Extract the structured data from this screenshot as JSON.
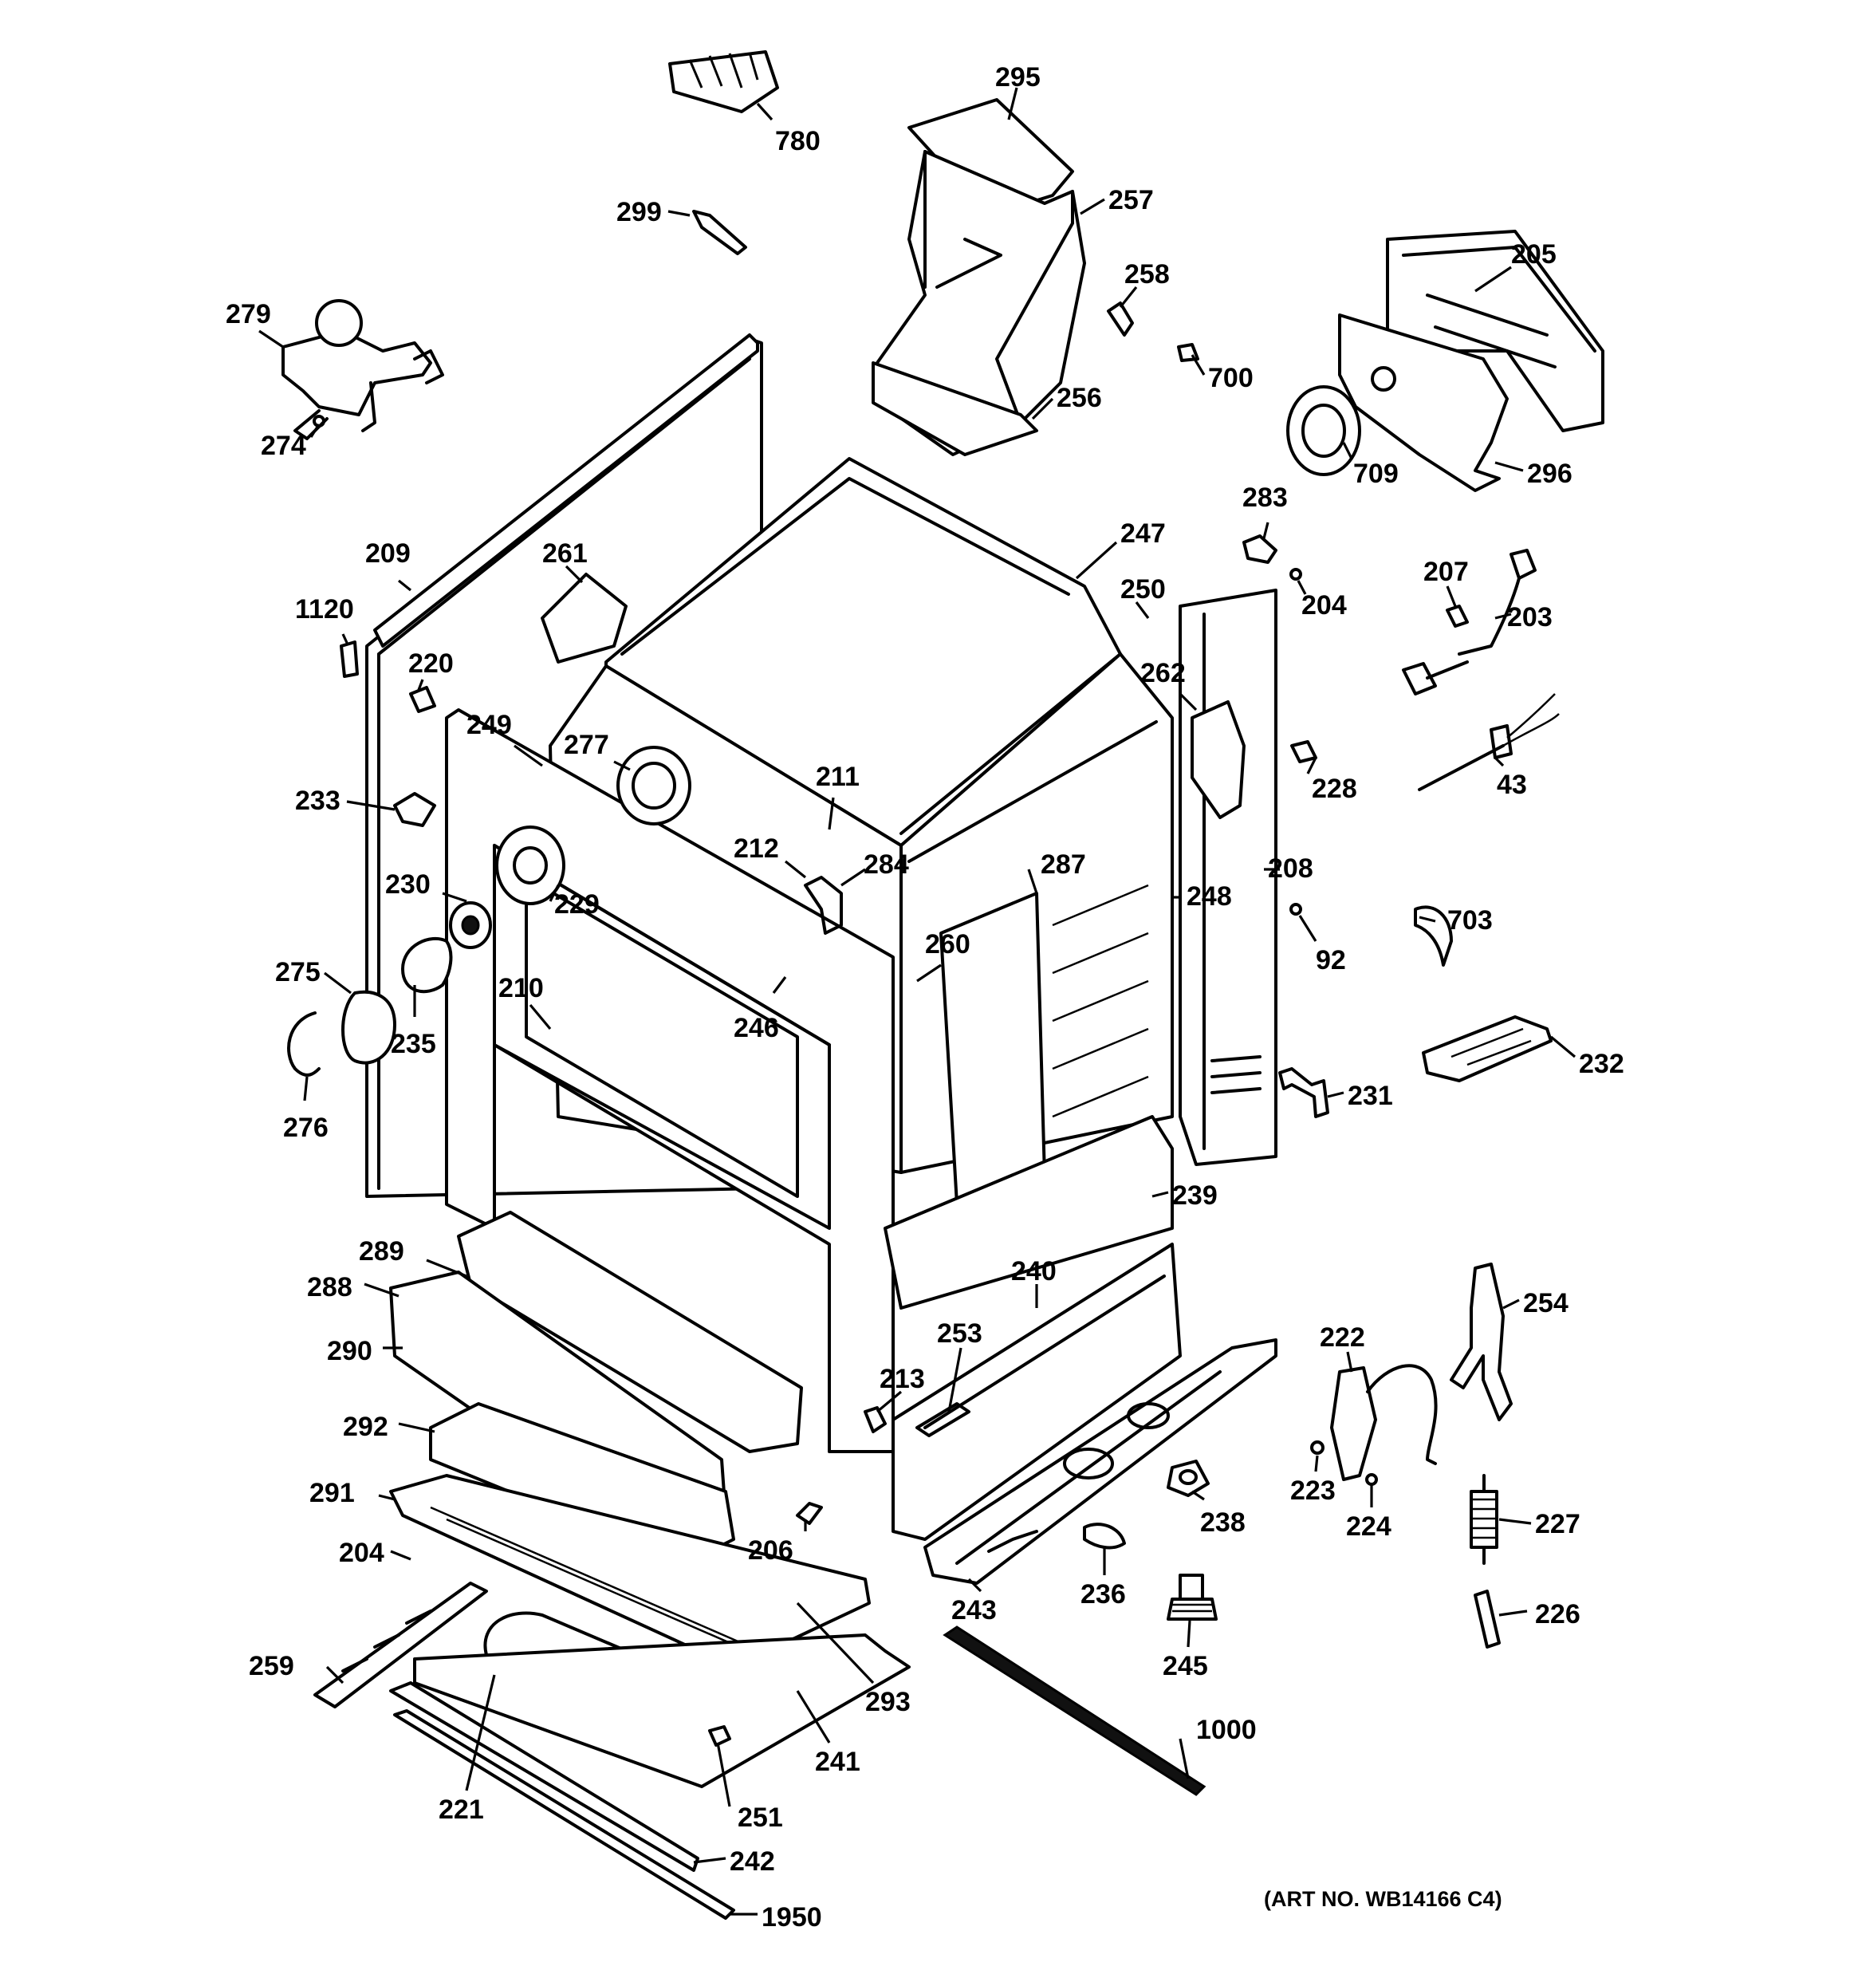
{
  "diagram": {
    "art_number": "(ART NO. WB14166 C4)",
    "callouts": [
      "295",
      "780",
      "299",
      "257",
      "258",
      "700",
      "205",
      "279",
      "274",
      "256",
      "709",
      "296",
      "283",
      "247",
      "204",
      "261",
      "209",
      "1120",
      "220",
      "250",
      "207",
      "203",
      "262",
      "249",
      "277",
      "233",
      "211",
      "228",
      "43",
      "212",
      "284",
      "287",
      "208",
      "230",
      "229",
      "248",
      "92",
      "703",
      "275",
      "260",
      "210",
      "246",
      "235",
      "232",
      "276",
      "231",
      "239",
      "289",
      "288",
      "240",
      "254",
      "290",
      "253",
      "222",
      "213",
      "292",
      "291",
      "223",
      "224",
      "238",
      "206",
      "227",
      "204",
      "236",
      "243",
      "245",
      "226",
      "259",
      "293",
      "1000",
      "221",
      "241",
      "251",
      "242",
      "1950"
    ]
  }
}
